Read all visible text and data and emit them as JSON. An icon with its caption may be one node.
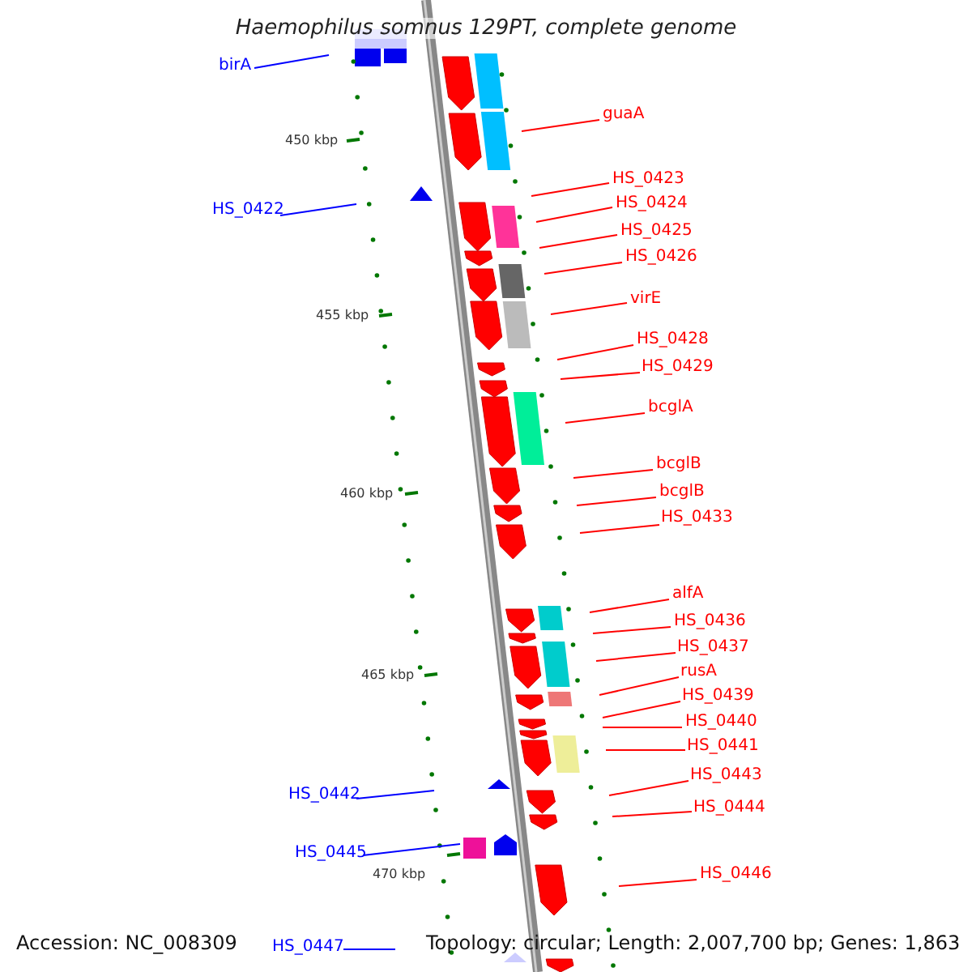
{
  "diagram": {
    "title": "Haemophilus somnus 129PT, complete genome",
    "nodes": [
      {
        "text": [
          "birA"
        ]
      },
      {
        "text": [
          "guaA"
        ]
      },
      {
        "text": [
          "HS_0423"
        ]
      },
      {
        "text": [
          "HS_0424"
        ]
      },
      {
        "text": [
          "HS_0422"
        ]
      },
      {
        "text": [
          "HS_0425"
        ]
      },
      {
        "text": [
          "HS_0426"
        ]
      },
      {
        "text": [
          "virE"
        ]
      },
      {
        "text": [
          "HS_0428"
        ]
      },
      {
        "text": [
          "HS_0429"
        ]
      },
      {
        "text": [
          "bcglA"
        ]
      },
      {
        "text": [
          "bcglB"
        ]
      },
      {
        "text": [
          "bcglB"
        ]
      },
      {
        "text": [
          "HS_0433"
        ]
      },
      {
        "text": [
          "alfA"
        ]
      },
      {
        "text": [
          "HS_0436"
        ]
      },
      {
        "text": [
          "HS_0437"
        ]
      },
      {
        "text": [
          "rusA"
        ]
      },
      {
        "text": [
          "HS_0439"
        ]
      },
      {
        "text": [
          "HS_0440"
        ]
      },
      {
        "text": [
          "HS_0441"
        ]
      },
      {
        "text": [
          "HS_0443"
        ]
      },
      {
        "text": [
          "HS_0442"
        ]
      },
      {
        "text": [
          "HS_0444"
        ]
      },
      {
        "text": [
          "HS_0445"
        ]
      },
      {
        "text": [
          "HS_0446"
        ]
      },
      {
        "text": [
          "HS_0447"
        ]
      }
    ],
    "edges": [
      {
        "from": 0,
        "to": null,
        "arrow": "none",
        "color": "#0000ff"
      },
      {
        "from": 1,
        "to": null,
        "arrow": "none"
      },
      {
        "from": 2,
        "to": null,
        "arrow": "none"
      },
      {
        "from": 3,
        "to": null,
        "arrow": "none"
      },
      {
        "from": 4,
        "to": null,
        "arrow": "none",
        "color": "#0000ff"
      },
      {
        "from": 5,
        "to": null,
        "arrow": "none"
      },
      {
        "from": 6,
        "to": null,
        "arrow": "none"
      },
      {
        "from": 7,
        "to": null,
        "arrow": "none"
      },
      {
        "from": 8,
        "to": null,
        "arrow": "none"
      },
      {
        "from": 9,
        "to": null,
        "arrow": "none"
      },
      {
        "from": 10,
        "to": null,
        "arrow": "none"
      },
      {
        "from": 11,
        "to": null,
        "arrow": "none"
      },
      {
        "from": 12,
        "to": null,
        "arrow": "none"
      },
      {
        "from": 13,
        "to": null,
        "arrow": "none"
      },
      {
        "from": 14,
        "to": null,
        "arrow": "none"
      },
      {
        "from": 15,
        "to": null,
        "arrow": "none"
      },
      {
        "from": 16,
        "to": null,
        "arrow": "none"
      },
      {
        "from": 17,
        "to": null,
        "arrow": "none"
      },
      {
        "from": 18,
        "to": null,
        "arrow": "none"
      },
      {
        "from": 19,
        "to": null,
        "arrow": "none"
      },
      {
        "from": 20,
        "to": null,
        "arrow": "none"
      },
      {
        "from": 21,
        "to": null,
        "arrow": "none"
      },
      {
        "from": 22,
        "to": null,
        "arrow": "none",
        "color": "#0000ff"
      },
      {
        "from": 23,
        "to": null,
        "arrow": "none"
      },
      {
        "from": 24,
        "to": null,
        "arrow": "none",
        "color": "#0000ff"
      },
      {
        "from": 25,
        "to": null,
        "arrow": "none"
      },
      {
        "from": 26,
        "to": null,
        "arrow": "none",
        "color": "#0000ff"
      }
    ],
    "labels": [
      "450 kbp",
      "455 kbp",
      "460 kbp",
      "465 kbp",
      "470 kbp",
      "Accession: NC_008309",
      "Topology: circular; Length: 2,007,700 bp; Genes: 1,863"
    ]
  }
}
